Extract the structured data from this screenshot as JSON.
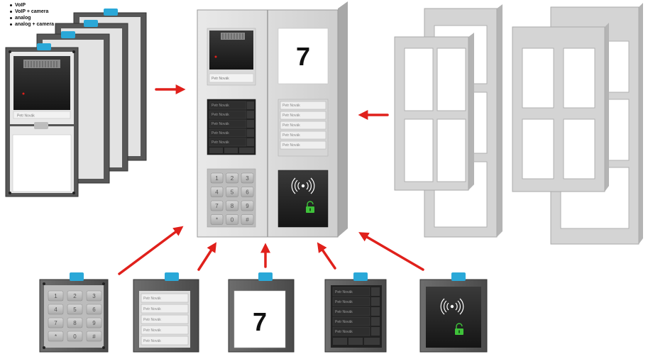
{
  "legend": {
    "items": [
      "VoIP",
      "VoIP + camera",
      "analog",
      "analog + camera"
    ]
  },
  "labels": {
    "name_plate": "Petr Novák",
    "display_number": "7"
  },
  "keypad": {
    "keys": [
      "1",
      "2",
      "3",
      "4",
      "5",
      "6",
      "7",
      "8",
      "9",
      "*",
      "0",
      "#"
    ]
  },
  "icons": {
    "rfid": "rfid-icon",
    "unlock": "unlock-icon",
    "camera": "camera-icon",
    "arrow": "red-arrow"
  },
  "colors": {
    "arrow": "#e0201b",
    "clip": "#2aa8d8",
    "lock": "#3fc23a",
    "frame": "#d4d4d4",
    "module_dark": "#2b2b2b"
  }
}
